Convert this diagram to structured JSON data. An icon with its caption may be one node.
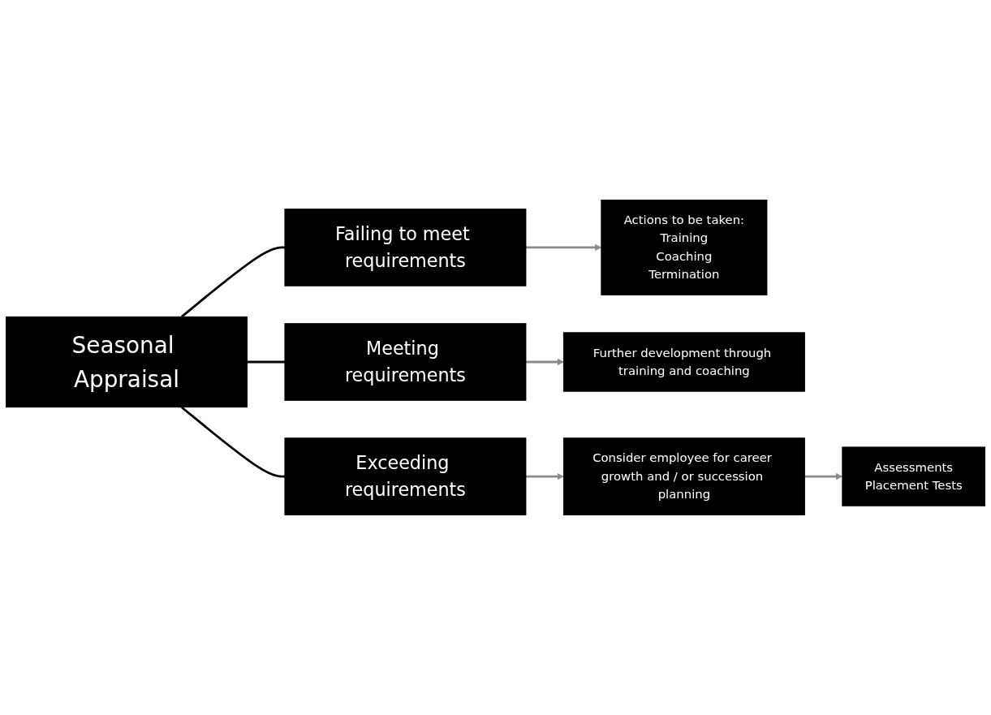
{
  "diagram": {
    "nodes": [
      {
        "text": [
          "Seasonal Appraisal"
        ]
      },
      {
        "text": [
          "Failing to meet requirements"
        ]
      },
      {
        "text": [
          "Meeting requirements"
        ]
      },
      {
        "text": [
          "Exceeding requirements"
        ]
      },
      {
        "text": [
          "Actions to be taken:",
          "Training",
          "Coaching",
          "Termination"
        ]
      },
      {
        "text": [
          "Further development through training and coaching"
        ]
      },
      {
        "text": [
          "Consider employee for career growth and / or succession planning"
        ]
      },
      {
        "text": [
          "Assessments",
          "Placement Tests"
        ]
      }
    ],
    "edges": [
      {
        "from": 0,
        "to": 1,
        "arrow": "none",
        "color": "#000000"
      },
      {
        "from": 0,
        "to": 2,
        "arrow": "none",
        "color": "#000000"
      },
      {
        "from": 0,
        "to": 3,
        "arrow": "none",
        "color": "#000000"
      },
      {
        "from": 1,
        "to": 4,
        "arrow": "to"
      },
      {
        "from": 2,
        "to": 5,
        "arrow": "to"
      },
      {
        "from": 3,
        "to": 6,
        "arrow": "to"
      },
      {
        "from": 6,
        "to": 7,
        "arrow": "to"
      }
    ]
  }
}
